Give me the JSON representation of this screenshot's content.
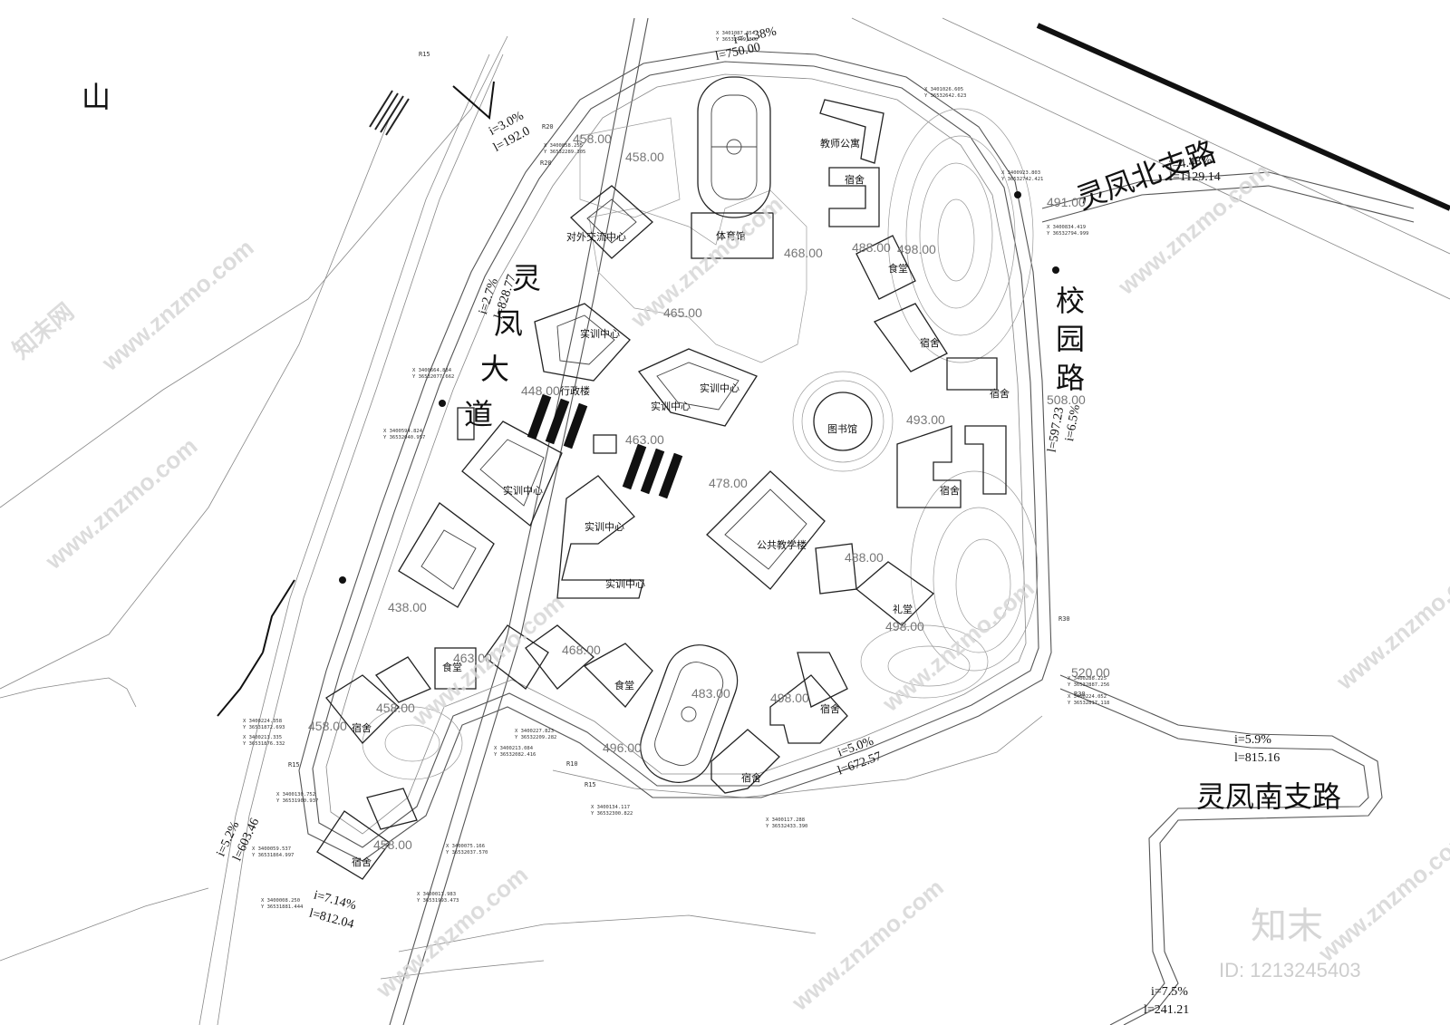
{
  "map": {
    "mountain_label": "山",
    "roads": {
      "lingfeng_avenue": "灵凤大道",
      "north_branch": "灵凤北支路",
      "campus_road": "校园路",
      "south_branch": "灵凤南支路"
    },
    "slopes": [
      {
        "grade": "i=3.0%",
        "length": "l=192.0"
      },
      {
        "grade": "i=2.7%",
        "length": "l=828.77"
      },
      {
        "grade": "i=1.38%",
        "length": "l=750.00"
      },
      {
        "grade": "i=4.48%",
        "length": "l=1129.14"
      },
      {
        "grade": "i=6.5%",
        "length": "l=597.23"
      },
      {
        "grade": "i=5.9%",
        "length": "l=815.16"
      },
      {
        "grade": "i=5.0%",
        "length": "l=672.57"
      },
      {
        "grade": "i=5.2%",
        "length": "l=603.46"
      },
      {
        "grade": "i=7.14%",
        "length": "l=812.04"
      },
      {
        "grade": "i=7.5%",
        "length": "l=241.21"
      }
    ],
    "buildings": {
      "gym": "体育馆",
      "teacher_apartment": "教师公寓",
      "dorm": "宿舍",
      "exchange_center": "对外交流中心",
      "canteen": "食堂",
      "training_center": "实训中心",
      "admin": "行政楼",
      "library": "图书馆",
      "public_teaching": "公共教学楼",
      "auditorium": "礼堂"
    },
    "elevations": [
      "458.00",
      "458.00",
      "468.00",
      "488.00",
      "498.00",
      "491.00",
      "465.00",
      "448.00",
      "463.00",
      "478.00",
      "493.00",
      "508.00",
      "488.00",
      "498.00",
      "438.00",
      "463.00",
      "468.00",
      "483.00",
      "498.00",
      "496.00",
      "458.00",
      "458.00",
      "458.00",
      "520.00"
    ],
    "radius_labels": [
      "R15",
      "R20",
      "R20",
      "R30",
      "R10",
      "R15",
      "R15",
      "R30"
    ],
    "coords": [
      "X 3401087.354",
      "Y 36532469.800",
      "X 3401026.605",
      "Y 36532642.623",
      "X 3400858.255",
      "Y 36532289.305",
      "X 3400923.803",
      "Y 36532742.421",
      "X 3400834.419",
      "Y 36532794.999",
      "X 3400664.884",
      "Y 36532077.662",
      "X 3400594.824",
      "Y 36532040.957",
      "X 3400224.358",
      "Y 36531872.693",
      "X 3400213.335",
      "Y 36531876.332",
      "X 3400130.752",
      "Y 36531900.937",
      "X 3400059.537",
      "Y 36531864.997",
      "X 3400008.250",
      "Y 36531881.444",
      "X 3400013.983",
      "Y 36531993.473",
      "X 3400075.166",
      "Y 36532037.570",
      "X 3400213.084",
      "Y 36532082.416",
      "X 3400227.823",
      "Y 36532209.282",
      "X 3400134.117",
      "Y 36532300.822",
      "X 3400117.288",
      "Y 36532433.390",
      "X 3400288.225",
      "Y 36532887.256",
      "X 3400224.052",
      "Y 36532817.118"
    ],
    "watermark": {
      "site": "www.znzmo.com",
      "brand_cn": "知末网",
      "logo": "知末",
      "id": "ID: 1213245403"
    }
  }
}
